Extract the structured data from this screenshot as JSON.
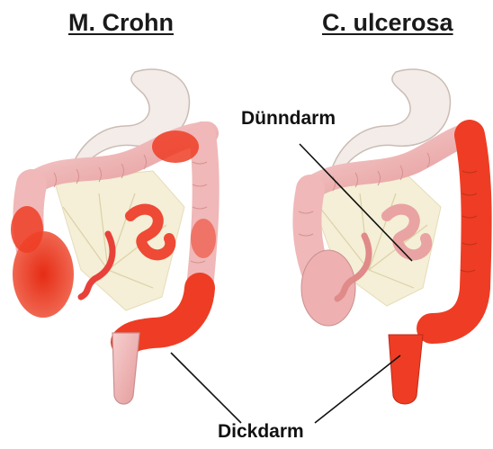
{
  "titles": {
    "left": "M. Crohn",
    "right": "C. ulcerosa"
  },
  "labels": {
    "small_intestine": "Dünndarm",
    "large_intestine": "Dickdarm"
  },
  "colors": {
    "healthy_tissue": "#f0b8b8",
    "inflamed_tissue": "#ee3d24",
    "stomach": "#f3ece8",
    "mesentery": "#f4efd6",
    "leader_line": "#111111"
  }
}
